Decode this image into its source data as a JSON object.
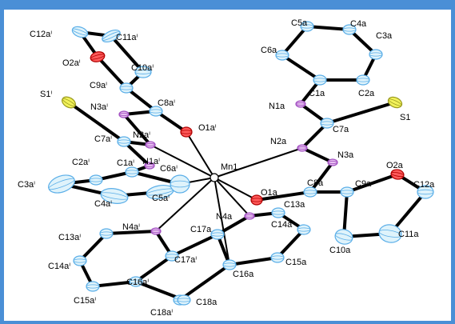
{
  "colors": {
    "frame": "#4a8fd6",
    "carbon": "#dff3fb",
    "carbon_stroke": "#5aaee8",
    "nitrogen": "#e7c0f0",
    "nitrogen_stroke": "#a04cc0",
    "oxygen": "#ff5a5a",
    "sulfur": "#f2f25a",
    "manganese": "#ffffff",
    "bond": "#000000"
  },
  "atoms": [
    {
      "id": "Mn1",
      "label": "Mn1",
      "element": "Mn"
    },
    {
      "id": "S1",
      "label": "S1",
      "element": "S"
    },
    {
      "id": "S1i",
      "label": "S1ⁱ",
      "element": "S"
    },
    {
      "id": "O1a",
      "label": "O1a",
      "element": "O"
    },
    {
      "id": "O2a",
      "label": "O2a",
      "element": "O"
    },
    {
      "id": "O1ai",
      "label": "O1aⁱ",
      "element": "O"
    },
    {
      "id": "O2ai",
      "label": "O2aⁱ",
      "element": "O"
    },
    {
      "id": "N1a",
      "label": "N1a",
      "element": "N"
    },
    {
      "id": "N2a",
      "label": "N2a",
      "element": "N"
    },
    {
      "id": "N3a",
      "label": "N3a",
      "element": "N"
    },
    {
      "id": "N4a",
      "label": "N4a",
      "element": "N"
    },
    {
      "id": "N1ai",
      "label": "N1aⁱ",
      "element": "N"
    },
    {
      "id": "N2ai",
      "label": "N2aⁱ",
      "element": "N"
    },
    {
      "id": "N3ai",
      "label": "N3aⁱ",
      "element": "N"
    },
    {
      "id": "N4ai",
      "label": "N4aⁱ",
      "element": "N"
    },
    {
      "id": "C1a",
      "label": "C1a",
      "element": "C"
    },
    {
      "id": "C2a",
      "label": "C2a",
      "element": "C"
    },
    {
      "id": "C3a",
      "label": "C3a",
      "element": "C"
    },
    {
      "id": "C4a",
      "label": "C4a",
      "element": "C"
    },
    {
      "id": "C5a",
      "label": "C5a",
      "element": "C"
    },
    {
      "id": "C6a",
      "label": "C6a",
      "element": "C"
    },
    {
      "id": "C7a",
      "label": "C7a",
      "element": "C"
    },
    {
      "id": "C8a",
      "label": "C8a",
      "element": "C"
    },
    {
      "id": "C9a",
      "label": "C9a",
      "element": "C"
    },
    {
      "id": "C10a",
      "label": "C10a",
      "element": "C"
    },
    {
      "id": "C11a",
      "label": "C11a",
      "element": "C"
    },
    {
      "id": "C12a",
      "label": "C12a",
      "element": "C"
    },
    {
      "id": "C13a",
      "label": "C13a",
      "element": "C"
    },
    {
      "id": "C14a",
      "label": "C14a",
      "element": "C"
    },
    {
      "id": "C15a",
      "label": "C15a",
      "element": "C"
    },
    {
      "id": "C16a",
      "label": "C16a",
      "element": "C"
    },
    {
      "id": "C17a",
      "label": "C17a",
      "element": "C"
    },
    {
      "id": "C18a",
      "label": "C18a",
      "element": "C"
    },
    {
      "id": "C2ai",
      "label": "C2aⁱ",
      "element": "C"
    },
    {
      "id": "C3ai",
      "label": "C3aⁱ",
      "element": "C"
    },
    {
      "id": "C4ai",
      "label": "C4aⁱ",
      "element": "C"
    },
    {
      "id": "C5ai",
      "label": "C5aⁱ",
      "element": "C"
    },
    {
      "id": "C6ai",
      "label": "C6aⁱ",
      "element": "C"
    },
    {
      "id": "C1ai",
      "label": "C1aⁱ",
      "element": "C"
    },
    {
      "id": "C7ai",
      "label": "C7aⁱ",
      "element": "C"
    },
    {
      "id": "C8ai",
      "label": "C8aⁱ",
      "element": "C"
    },
    {
      "id": "C9ai",
      "label": "C9aⁱ",
      "element": "C"
    },
    {
      "id": "C10ai",
      "label": "C10aⁱ",
      "element": "C"
    },
    {
      "id": "C11ai",
      "label": "C11aⁱ",
      "element": "C"
    },
    {
      "id": "C12ai",
      "label": "C12aⁱ",
      "element": "C"
    },
    {
      "id": "C13ai",
      "label": "C13aⁱ",
      "element": "C"
    },
    {
      "id": "C14ai",
      "label": "C14aⁱ",
      "element": "C"
    },
    {
      "id": "C15ai",
      "label": "C15aⁱ",
      "element": "C"
    },
    {
      "id": "C16ai",
      "label": "C16aⁱ",
      "element": "C"
    },
    {
      "id": "C17ai",
      "label": "C17aⁱ",
      "element": "C"
    },
    {
      "id": "C18ai",
      "label": "C18aⁱ",
      "element": "C"
    }
  ]
}
